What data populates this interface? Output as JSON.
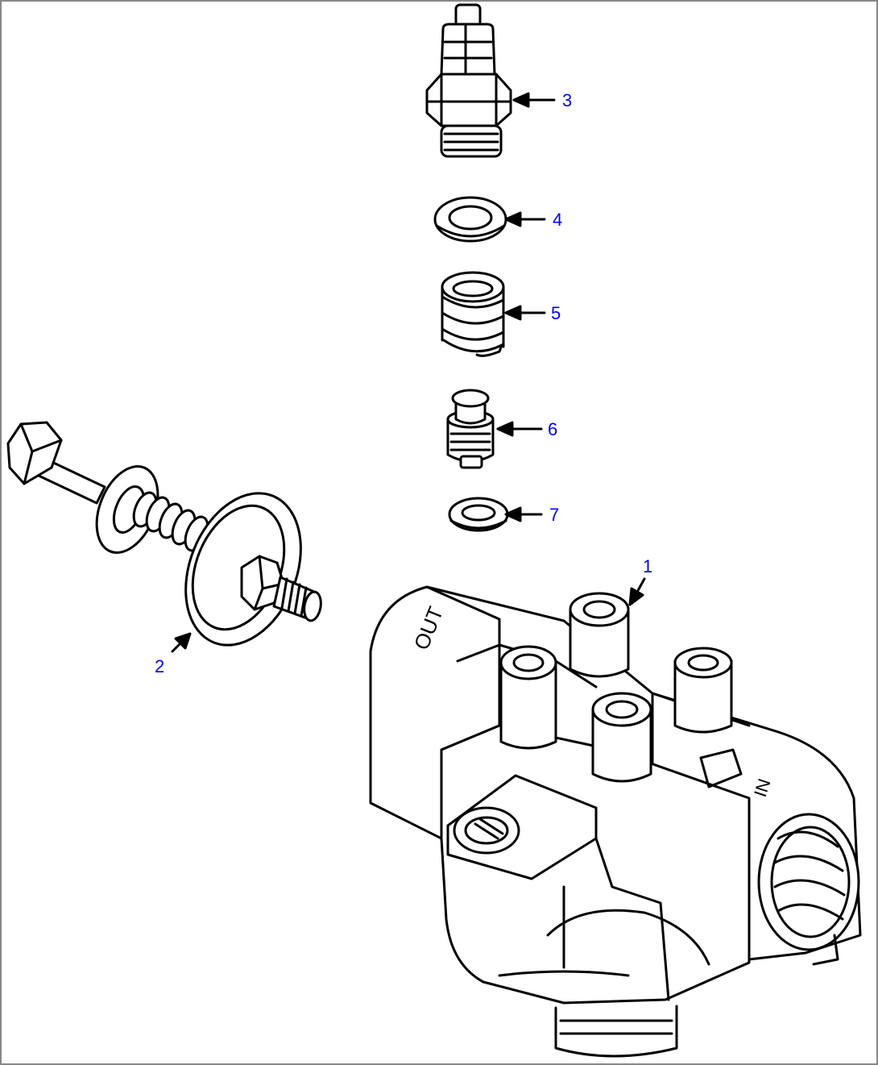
{
  "diagram": {
    "callouts": [
      {
        "number": "1",
        "part": "filter-head-body"
      },
      {
        "number": "2",
        "part": "bypass-valve-assembly"
      },
      {
        "number": "3",
        "part": "pressure-switch"
      },
      {
        "number": "4",
        "part": "washer"
      },
      {
        "number": "5",
        "part": "spring"
      },
      {
        "number": "6",
        "part": "valve-plug"
      },
      {
        "number": "7",
        "part": "seal-ring"
      }
    ],
    "body_markings": {
      "outlet": "OUT",
      "inlet": "IN"
    },
    "colors": {
      "line": "#000000",
      "label": "#0000ff",
      "background": "#ffffff",
      "border": "#888888"
    }
  }
}
